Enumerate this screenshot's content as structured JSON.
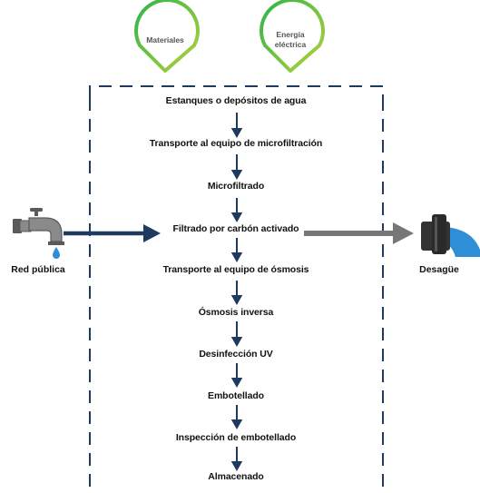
{
  "inputs": {
    "materials": "Materiales",
    "energy_line1": "Energía",
    "energy_line2": "eléctrica"
  },
  "steps": [
    "Estanques o depósitos de agua",
    "Transporte al equipo de microfiltración",
    "Microfiltrado",
    "Filtrado por carbón activado",
    "Transporte al equipo de ósmosis",
    "Ósmosis inversa",
    "Desinfección UV",
    "Embotellado",
    "Inspección de embotellado",
    "Almacenado"
  ],
  "source_label": "Red pública",
  "drain_label": "Desagüe",
  "colors": {
    "boundary": "#1f3a5f",
    "arrow": "#1f3a5f",
    "drain_arrow": "#777777",
    "pin_gradient_start": "#2eb34a",
    "pin_gradient_end": "#b4d23c",
    "faucet": "#8a8a8a",
    "water_drop": "#2f8fd6",
    "pipe_water": "#2f8fd6",
    "pipe_body": "#333333"
  },
  "icons": [
    "faucet-icon",
    "drain-pipe-icon",
    "map-pin-icon"
  ]
}
